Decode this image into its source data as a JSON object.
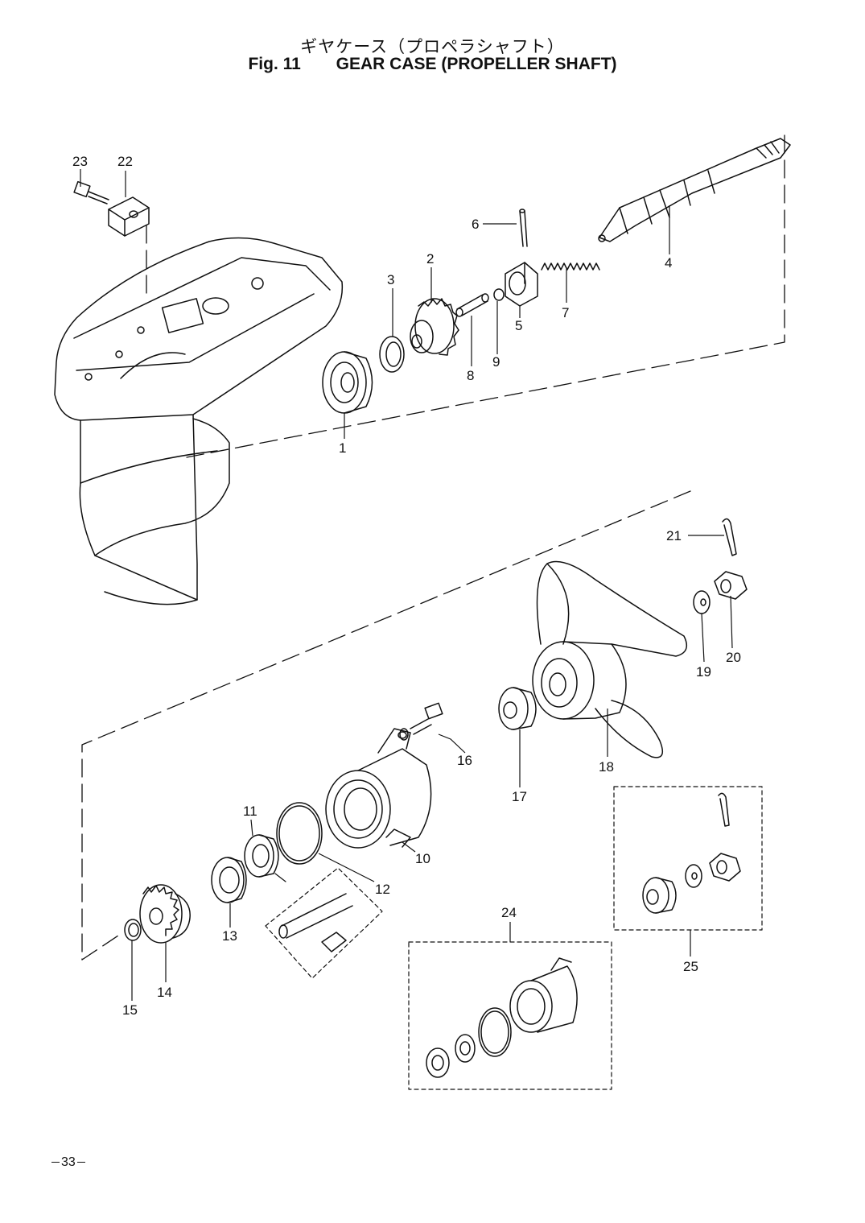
{
  "title": {
    "japanese": "ギヤケース（プロペラシャフト）",
    "figure_number": "Fig. 11",
    "english": "GEAR CASE (PROPELLER SHAFT)"
  },
  "callouts": {
    "c1": "1",
    "c2": "2",
    "c3": "3",
    "c4": "4",
    "c5": "5",
    "c6": "6",
    "c7": "7",
    "c8": "8",
    "c9": "9",
    "c10": "10",
    "c11": "11",
    "c12": "12",
    "c13": "13",
    "c14": "14",
    "c15": "15",
    "c16": "16",
    "c17": "17",
    "c18": "18",
    "c19": "19",
    "c20": "20",
    "c21": "21",
    "c22": "22",
    "c23": "23",
    "c24": "24",
    "c25": "25"
  },
  "page_number": "33"
}
